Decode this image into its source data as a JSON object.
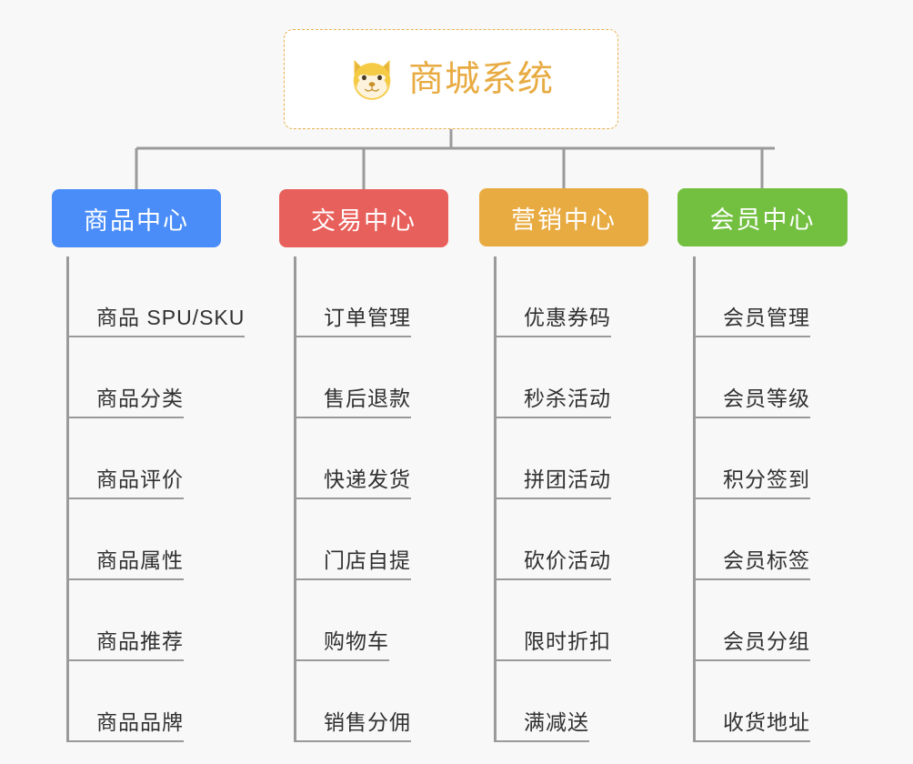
{
  "root": {
    "title": "商城系统",
    "icon": "shiba-dog-icon",
    "border_color": "#e8b04b",
    "text_color": "#e8ab42",
    "background": "#ffffff"
  },
  "page": {
    "background": "#f8f8f8",
    "connector_color": "#9a9a9a"
  },
  "categories": [
    {
      "label": "商品中心",
      "color": "#4a8df8",
      "items": [
        {
          "label": "商品 SPU/SKU"
        },
        {
          "label": "商品分类"
        },
        {
          "label": "商品评价"
        },
        {
          "label": "商品属性"
        },
        {
          "label": "商品推荐"
        },
        {
          "label": "商品品牌"
        }
      ]
    },
    {
      "label": "交易中心",
      "color": "#e8605b",
      "items": [
        {
          "label": "订单管理"
        },
        {
          "label": "售后退款"
        },
        {
          "label": "快递发货"
        },
        {
          "label": "门店自提"
        },
        {
          "label": "购物车"
        },
        {
          "label": "销售分佣"
        }
      ]
    },
    {
      "label": "营销中心",
      "color": "#e8ab42",
      "items": [
        {
          "label": "优惠券码"
        },
        {
          "label": "秒杀活动"
        },
        {
          "label": "拼团活动"
        },
        {
          "label": "砍价活动"
        },
        {
          "label": "限时折扣"
        },
        {
          "label": "满减送"
        }
      ]
    },
    {
      "label": "会员中心",
      "color": "#73c040",
      "items": [
        {
          "label": "会员管理"
        },
        {
          "label": "会员等级"
        },
        {
          "label": "积分签到"
        },
        {
          "label": "会员标签"
        },
        {
          "label": "会员分组"
        },
        {
          "label": "收货地址"
        }
      ]
    }
  ]
}
